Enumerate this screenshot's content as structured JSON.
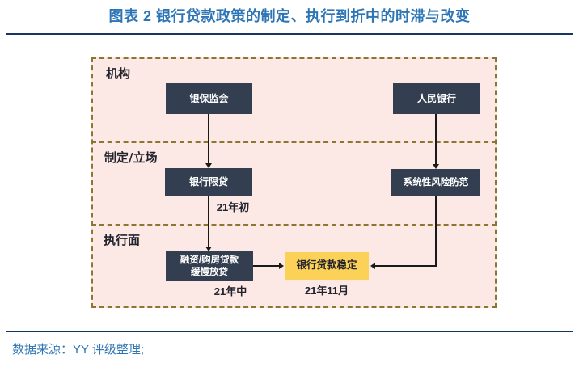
{
  "header": {
    "title": "图表 2 银行贷款政策的制定、执行到折中的时滞与改变"
  },
  "footer": {
    "source": "数据来源：YY 评级整理;"
  },
  "colors": {
    "title_blue": "#2E75B6",
    "rule_navy": "#17375E",
    "panel_pink": "#FCE8E5",
    "frame_dash_gold": "#8F7532",
    "node_dark_navy": "#333F50",
    "node_yellow": "#FBD157",
    "connector_black": "#1A1A1A"
  },
  "diagram": {
    "sections": {
      "institution": "机构",
      "formulation": "制定/立场",
      "execution": "执行面"
    },
    "nodes": {
      "cbirc": "银保监会",
      "pboc": "人民银行",
      "bank_limit": "银行限贷",
      "risk_prevention": "系统性风险防范",
      "slow_lending_line1": "融资/购房贷款",
      "slow_lending_line2": "缓慢放贷",
      "loan_stable": "银行贷款稳定"
    },
    "timestamps": {
      "early_21": "21年初",
      "mid_21": "21年中",
      "nov_21": "21年11月"
    }
  }
}
